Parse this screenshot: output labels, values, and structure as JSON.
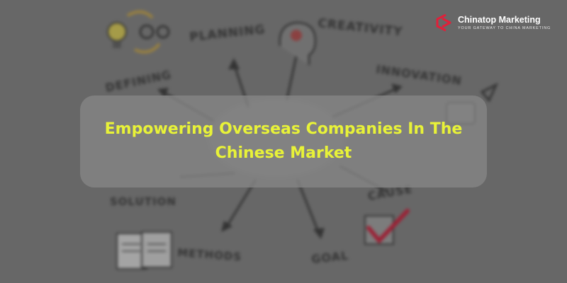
{
  "background": {
    "words": {
      "planning": "PLANNING",
      "creativity": "CREATIVITY",
      "defining": "DEFINING",
      "innovation": "INNOVATION",
      "solution": "SOLUTION",
      "cause": "CAUSE",
      "methods": "METHODS",
      "goal": "GOAL"
    },
    "icons": [
      "lightbulb-gears-icon",
      "head-brain-icon",
      "checklist-document-icon",
      "check-mark-icon",
      "tools-icon"
    ]
  },
  "banner": {
    "headline": "Empowering Overseas Companies In The Chinese Market"
  },
  "logo": {
    "brand": "Chinatop Marketing",
    "tagline": "YOUR GATEWAY TO CHINA MARKETING"
  },
  "colors": {
    "headline": "#e8f238",
    "logo_accent": "#e0203a",
    "check_mark": "#c8102e"
  }
}
